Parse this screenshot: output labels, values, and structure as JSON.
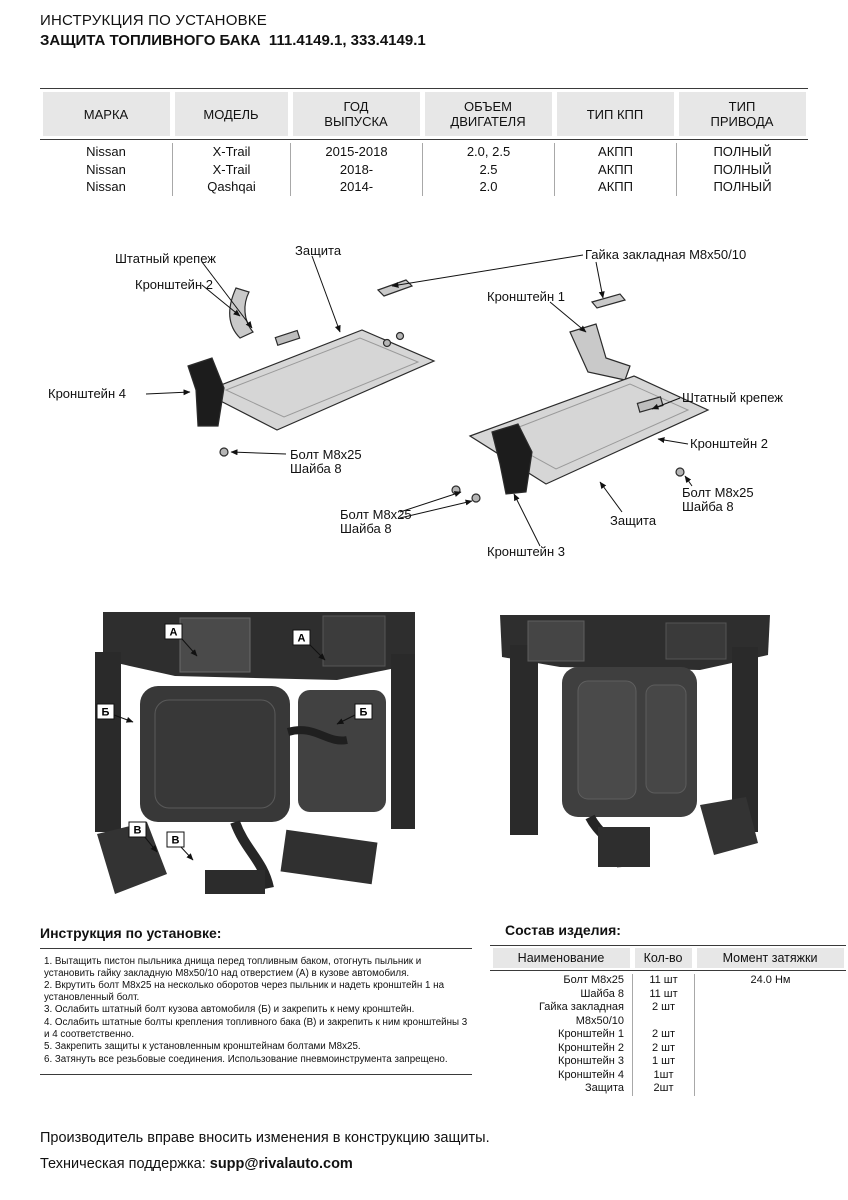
{
  "header": {
    "line1": "ИНСТРУКЦИЯ ПО УСТАНОВКЕ",
    "line2": "ЗАЩИТА ТОПЛИВНОГО БАКА  111.4149.1, 333.4149.1"
  },
  "spec_table": {
    "headers": [
      "МАРКА",
      "МОДЕЛЬ",
      "ГОД\nВЫПУСКА",
      "ОБЪЕМ\nДВИГАТЕЛЯ",
      "ТИП КПП",
      "ТИП\nПРИВОДА"
    ],
    "rows": [
      [
        "Nissan",
        "X-Trail",
        "2015-2018",
        "2.0, 2.5",
        "АКПП",
        "ПОЛНЫЙ"
      ],
      [
        "Nissan",
        "X-Trail",
        "2018-",
        "2.5",
        "АКПП",
        "ПОЛНЫЙ"
      ],
      [
        "Nissan",
        "Qashqai",
        "2014-",
        "2.0",
        "АКПП",
        "ПОЛНЫЙ"
      ]
    ]
  },
  "diagram": {
    "labels": {
      "shtatny_left": "Штатный крепеж",
      "kron2_left": "Кронштейн 2",
      "zashita_left": "Защита",
      "gaika": "Гайка закладная М8х50/10",
      "kron1": "Кронштейн 1",
      "kron4": "Кронштейн 4",
      "bolt_left": "Болт М8х25\nШайба 8",
      "shtatny_right": "Штатный крепеж",
      "kron2_right": "Кронштейн 2",
      "bolt_right": "Болт М8х25\nШайба 8",
      "bolt_center": "Болт М8х25\nШайба 8",
      "zashita_right": "Защита",
      "kron3": "Кронштейн 3"
    }
  },
  "photos": {
    "callouts": {
      "a": "А",
      "b": "Б",
      "v": "В"
    }
  },
  "instructions": {
    "title": "Инструкция по установке:",
    "steps": [
      "1. Вытащить пистон пыльника днища перед топливным баком, отогнуть пыльник и установить гайку закладную М8х50/10 над отверстием (А) в кузове автомобиля.",
      "2. Вкрутить болт М8х25 на несколько оборотов через пыльник и надеть кронштейн 1 на установленный болт.",
      "3. Ослабить штатный болт кузова автомобиля (Б) и закрепить к нему кронштейн.",
      "4. Ослабить штатные болты крепления топливного бака (В) и закрепить к ним кронштейны 3 и 4 соответственно.",
      "5. Закрепить защиты к установленным кронштейнам болтами М8х25.",
      "6. Затянуть все резьбовые соединения. Использование пневмоинструмента запрещено."
    ]
  },
  "parts": {
    "title": "Состав изделия:",
    "headers": [
      "Наименование",
      "Кол-во",
      "Момент затяжки"
    ],
    "rows": [
      {
        "name": "Болт М8х25",
        "qty": "11 шт",
        "torque": "24.0 Нм"
      },
      {
        "name": "Шайба 8",
        "qty": "11 шт",
        "torque": ""
      },
      {
        "name": "Гайка закладная М8х50/10",
        "qty": "2 шт",
        "torque": ""
      },
      {
        "name": "Кронштейн 1",
        "qty": "2 шт",
        "torque": ""
      },
      {
        "name": "Кронштейн 2",
        "qty": "2 шт",
        "torque": ""
      },
      {
        "name": "Кронштейн 3",
        "qty": "1 шт",
        "torque": ""
      },
      {
        "name": "Кронштейн 4",
        "qty": "1шт",
        "torque": ""
      },
      {
        "name": "Защита",
        "qty": "2шт",
        "torque": ""
      }
    ]
  },
  "footer": {
    "line1": "Производитель вправе вносить изменения в конструкцию защиты.",
    "line2_label": "Техническая поддержка: ",
    "line2_email": "supp@rivalauto.com"
  }
}
